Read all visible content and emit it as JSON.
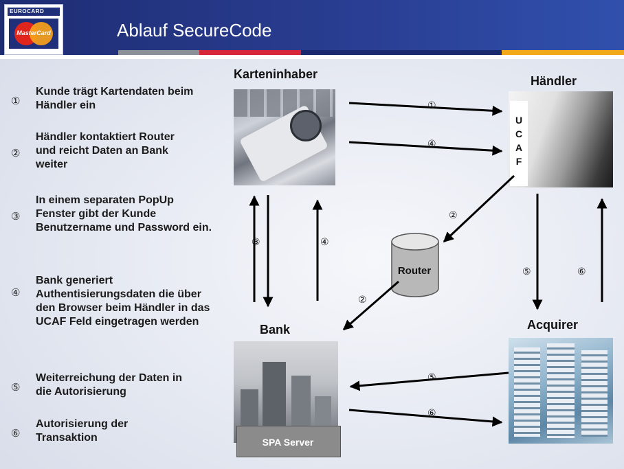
{
  "header": {
    "title": "Ablauf SecureCode",
    "logo_top": "EUROCARD",
    "logo_text": "MasterCard",
    "stripe_colors": [
      "#8a8f98",
      "#d7253a",
      "#2a3f94",
      "#f2a919"
    ]
  },
  "steps": [
    {
      "num": "①",
      "text": "Kunde trägt Kartendaten beim Händler ein"
    },
    {
      "num": "②",
      "text": "Händler kontaktiert Router und reicht Daten an Bank weiter"
    },
    {
      "num": "③",
      "text": "In einem separaten PopUp Fenster gibt der Kunde Benutzername und Password ein."
    },
    {
      "num": "④",
      "text": "Bank generiert Authentisierungsdaten die über den Browser beim Händler in das UCAF Feld eingetragen werden"
    },
    {
      "num": "⑤",
      "text": "Weiterreichung der Daten in die Autorisierung"
    },
    {
      "num": "⑥",
      "text": "Autorisierung der Transaktion"
    }
  ],
  "nodes": {
    "cardholder": "Karteninhaber",
    "merchant": "Händler",
    "bank": "Bank",
    "acquirer": "Acquirer",
    "router": "Router",
    "spa_server": "SPA Server"
  },
  "ucaf_letters": [
    "U",
    "C",
    "A",
    "F"
  ],
  "arrow_labels": {
    "card_to_merchant_1": "①",
    "card_to_merchant_4": "④",
    "merchant_to_router": "②",
    "router_to_bank": "②",
    "bank_card_3": "③",
    "bank_card_4": "④",
    "merchant_acquirer_5": "⑤",
    "acquirer_merchant_6": "⑥",
    "acquirer_bank_5": "⑤",
    "bank_acquirer_6": "⑥"
  }
}
